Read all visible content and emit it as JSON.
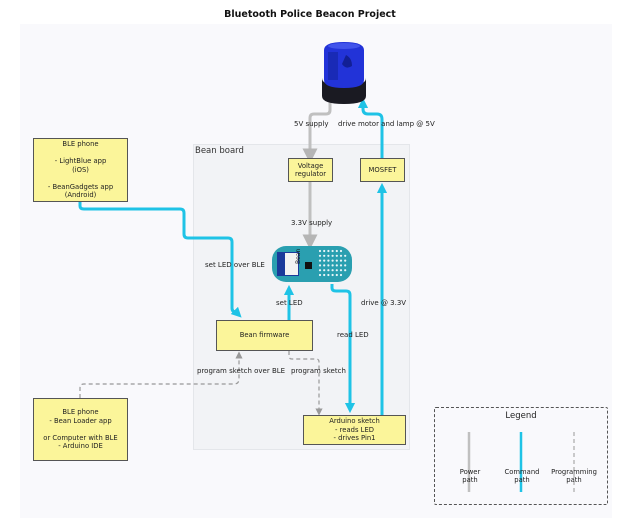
{
  "title": "Bluetooth Police Beacon Project",
  "colors": {
    "power_path": "#c0c0c0",
    "command_path": "#1fc3e6",
    "programming_path": "#999999",
    "box_fill": "#fbf59a",
    "beacon_dome": "#1f2fd8",
    "board_fill": "#2a9fb0"
  },
  "group": {
    "label": "Bean board"
  },
  "nodes": {
    "beacon": {
      "icon": "police-beacon-icon"
    },
    "bean_board_image": {
      "icon": "bean-board-icon",
      "chip_text": "Bean"
    },
    "ble_phone_top": {
      "text": "BLE phone\n\n- LightBlue app\n(iOS)\n\n- BeanGadgets app\n(Android)"
    },
    "voltage_regulator": {
      "text": "Voltage\nregulator"
    },
    "mosfet": {
      "text": "MOSFET"
    },
    "bean_firmware": {
      "text": "Bean firmware"
    },
    "arduino_sketch": {
      "text": "Arduino sketch\n- reads LED\n- drives Pin1"
    },
    "ble_phone_bottom": {
      "text": "BLE phone\n- Bean Loader app\n\nor Computer with BLE\n- Arduino IDE"
    }
  },
  "edges": [
    {
      "label": "5V supply",
      "type": "power"
    },
    {
      "label": "drive motor and lamp @ 5V",
      "type": "command"
    },
    {
      "label": "3.3V supply",
      "type": "power"
    },
    {
      "label": "set LED over BLE",
      "type": "command"
    },
    {
      "label": "set LED",
      "type": "command"
    },
    {
      "label": "read LED",
      "type": "command"
    },
    {
      "label": "drive @ 3.3V",
      "type": "command"
    },
    {
      "label": "program sketch over BLE",
      "type": "programming"
    },
    {
      "label": "program sketch",
      "type": "programming"
    }
  ],
  "legend": {
    "title": "Legend",
    "items": [
      {
        "label": "Power\npath",
        "type": "power"
      },
      {
        "label": "Command\npath",
        "type": "command"
      },
      {
        "label": "Programming\npath",
        "type": "programming"
      }
    ]
  }
}
